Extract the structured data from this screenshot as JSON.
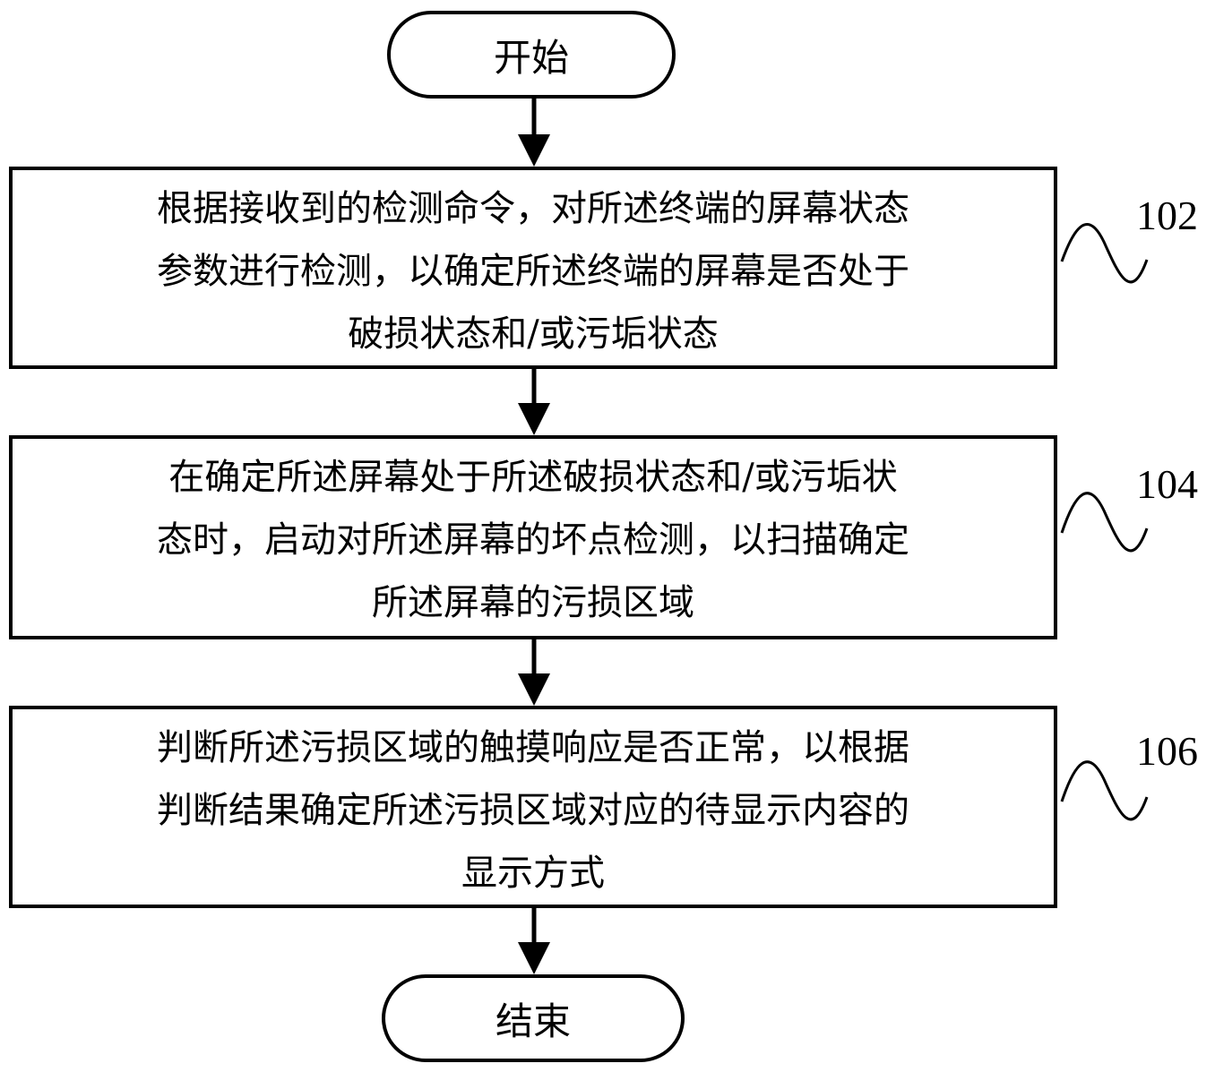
{
  "start": {
    "label": "开始"
  },
  "end": {
    "label": "结束"
  },
  "steps": [
    {
      "id": "102",
      "lines": [
        "根据接收到的检测命令，对所述终端的屏幕状态",
        "参数进行检测，以确定所述终端的屏幕是否处于",
        "破损状态和/或污垢状态"
      ]
    },
    {
      "id": "104",
      "lines": [
        "在确定所述屏幕处于所述破损状态和/或污垢状",
        "态时，启动对所述屏幕的坏点检测，以扫描确定",
        "所述屏幕的污损区域"
      ]
    },
    {
      "id": "106",
      "lines": [
        "判断所述污损区域的触摸响应是否正常，以根据",
        "判断结果确定所述污损区域对应的待显示内容的",
        "显示方式"
      ]
    }
  ]
}
